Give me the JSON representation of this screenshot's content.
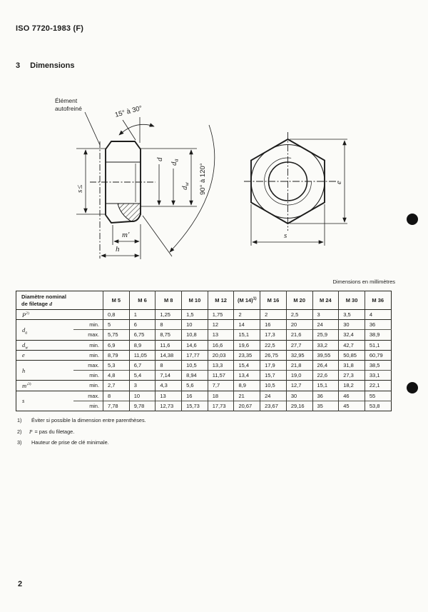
{
  "page": {
    "doc_ref": "ISO 7720-1983 (F)",
    "section_number": "3",
    "section_title": "Dimensions",
    "units_note": "Dimensions en millimètres",
    "page_number": "2",
    "ink_color": "#1c1c1b",
    "paper_color": "#fbfbf8"
  },
  "figure": {
    "callout": [
      "Élément",
      "autofreiné"
    ],
    "labels": {
      "chamfer_angle": "15° à 30°",
      "insert_angle": "90° à 120°",
      "s_limit_first": "s",
      "s_limit_second": "≤",
      "d": "d",
      "d_sub_a_base": "d",
      "d_sub_a": "a",
      "d_sub_w_base": "d",
      "d_sub_w": "w",
      "m_prime": "m′",
      "h": "h",
      "e": "e",
      "s": "s"
    }
  },
  "table": {
    "corner": {
      "line1": "Diamètre nominal",
      "line2_prefix": "de filetage ",
      "line2_symbol": "d"
    },
    "columns": [
      {
        "label": "M 5",
        "sup": ""
      },
      {
        "label": "M 6",
        "sup": ""
      },
      {
        "label": "M 8",
        "sup": ""
      },
      {
        "label": "M 10",
        "sup": ""
      },
      {
        "label": "M 12",
        "sup": ""
      },
      {
        "label": "(M 14)",
        "sup": "1)"
      },
      {
        "label": "M 16",
        "sup": ""
      },
      {
        "label": "M 20",
        "sup": ""
      },
      {
        "label": "M 24",
        "sup": ""
      },
      {
        "label": "M 30",
        "sup": ""
      },
      {
        "label": "M 36",
        "sup": ""
      }
    ],
    "rows": [
      {
        "sym": "P",
        "sub": "",
        "sup": "2)",
        "limit": "",
        "span": 1,
        "cells": [
          "0,8",
          "1",
          "1,25",
          "1,5",
          "1,75",
          "2",
          "2",
          "2,5",
          "3",
          "3,5",
          "4"
        ]
      },
      {
        "sym": "d",
        "sub": "a",
        "sup": "",
        "limit": "min.",
        "span": 2,
        "cells": [
          "5",
          "6",
          "8",
          "10",
          "12",
          "14",
          "16",
          "20",
          "24",
          "30",
          "36"
        ]
      },
      {
        "sym": "",
        "sub": "",
        "sup": "",
        "limit": "max.",
        "cells": [
          "5,75",
          "6,75",
          "8,75",
          "10,8",
          "13",
          "15,1",
          "17,3",
          "21,6",
          "25,9",
          "32,4",
          "38,9"
        ]
      },
      {
        "sym": "d",
        "sub": "w",
        "sup": "",
        "limit": "min.",
        "span": 1,
        "cells": [
          "6,9",
          "8,9",
          "11,6",
          "14,6",
          "16,6",
          "19,6",
          "22,5",
          "27,7",
          "33,2",
          "42,7",
          "51,1"
        ]
      },
      {
        "sym": "e",
        "sub": "",
        "sup": "",
        "limit": "min.",
        "span": 1,
        "cells": [
          "8,79",
          "11,05",
          "14,38",
          "17,77",
          "20,03",
          "23,35",
          "26,75",
          "32,95",
          "39,55",
          "50,85",
          "60,79"
        ]
      },
      {
        "sym": "h",
        "sub": "",
        "sup": "",
        "limit": "max.",
        "span": 2,
        "cells": [
          "5,3",
          "6,7",
          "8",
          "10,5",
          "13,3",
          "15,4",
          "17,9",
          "21,8",
          "26,4",
          "31,8",
          "38,5"
        ]
      },
      {
        "sym": "",
        "sub": "",
        "sup": "",
        "limit": "min.",
        "cells": [
          "4,8",
          "5,4",
          "7,14",
          "8,94",
          "11,57",
          "13,4",
          "15,7",
          "19,0",
          "22,6",
          "27,3",
          "33,1"
        ]
      },
      {
        "sym": "m′",
        "sub": "",
        "sup": "3)",
        "limit": "min.",
        "span": 1,
        "cells": [
          "2,7",
          "3",
          "4,3",
          "5,6",
          "7,7",
          "8,9",
          "10,5",
          "12,7",
          "15,1",
          "18,2",
          "22,1"
        ]
      },
      {
        "sym": "s",
        "sub": "",
        "sup": "",
        "limit": "max.",
        "span": 2,
        "cells": [
          "8",
          "10",
          "13",
          "16",
          "18",
          "21",
          "24",
          "30",
          "36",
          "46",
          "55"
        ]
      },
      {
        "sym": "",
        "sub": "",
        "sup": "",
        "limit": "min.",
        "cells": [
          "7,78",
          "9,78",
          "12,73",
          "15,73",
          "17,73",
          "20,67",
          "23,67",
          "29,16",
          "35",
          "45",
          "53,8"
        ]
      }
    ]
  },
  "footnotes": [
    {
      "marker": "1)",
      "sym": "",
      "text": "Éviter si possible la dimension entre parenthèses."
    },
    {
      "marker": "2)",
      "sym": "P",
      "text": "=  pas du filetage."
    },
    {
      "marker": "3)",
      "sym": "",
      "text": "Hauteur de prise de clé minimale."
    }
  ]
}
